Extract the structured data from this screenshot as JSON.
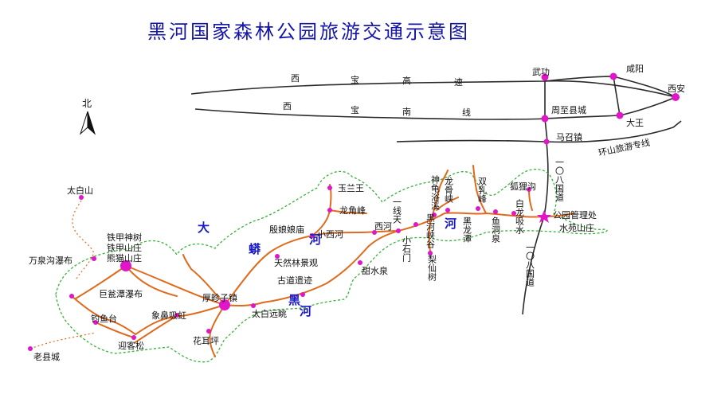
{
  "title": "黑河国家森林公园旅游交通示意图",
  "north_label": "北",
  "colors": {
    "title": "#1414a8",
    "river_text": "#1a1ac8",
    "route": "#e06a1c",
    "boundary": "#36b236",
    "poi": "#e016c8",
    "road": "#2a2a2a"
  },
  "roads": {
    "xibao_expressway": [
      "西",
      "宝",
      "高",
      "速"
    ],
    "xibao_south_line": [
      "西",
      "宝",
      "南",
      "线"
    ],
    "huanshan_line": "环山旅游专线",
    "national_road_108_north": "一〇八国道",
    "national_road_108_south": "一〇八国道"
  },
  "cities": {
    "wugong": "武功",
    "xianyang": "咸阳",
    "xian": "西安",
    "zhouzhi": "周至县城",
    "dawang": "大王",
    "mazhao": "马召镇"
  },
  "river": {
    "name_chars": [
      "大",
      "河",
      "蟒",
      "河",
      "黑",
      "河"
    ]
  },
  "places": {
    "taibaishan": "太白山",
    "laoxiancheng": "老县城",
    "wanquangou": "万泉沟瀑布",
    "tiejia": "铁甲神树",
    "tiejia_mountain_villa": "铁甲山庄",
    "panda_villa": "熊猫山庄",
    "jupen": "巨瓮潭瀑布",
    "diaoyutai": "钓鱼台",
    "yingkesong": "迎客松",
    "xiangbi": "象鼻吸虹",
    "houlingzi": "厚畛子镇",
    "huaerping": "花耳坪",
    "taibai_view": "太白远眺",
    "gudao": "古道遗迹",
    "tianranlin": "天然林景观",
    "yinniang": "殷娘娘庙",
    "yulanwang": "玉兰王",
    "longjiao": "龙角峰",
    "xiaoxihe": "小西河",
    "xihe": "西河",
    "yixiantian": "一线天",
    "tianshuiquan": "甜水泉",
    "xiaoshimen": "小石门",
    "shenguiyuxi": "神龟浴溪",
    "longgu": "龙骨峡",
    "heihe_canyon": "黑河峡谷",
    "lixianshu": "梨仙树",
    "shuangrufeng": "双乳峰",
    "heilongtan": "黑龙潭",
    "yudongquan": "鱼洞泉",
    "huligou": "狐狸沟",
    "bailongxishui": "白龙吸水",
    "park_office": "公园管理处",
    "shuiyuan_villa": "水苑山庄"
  }
}
